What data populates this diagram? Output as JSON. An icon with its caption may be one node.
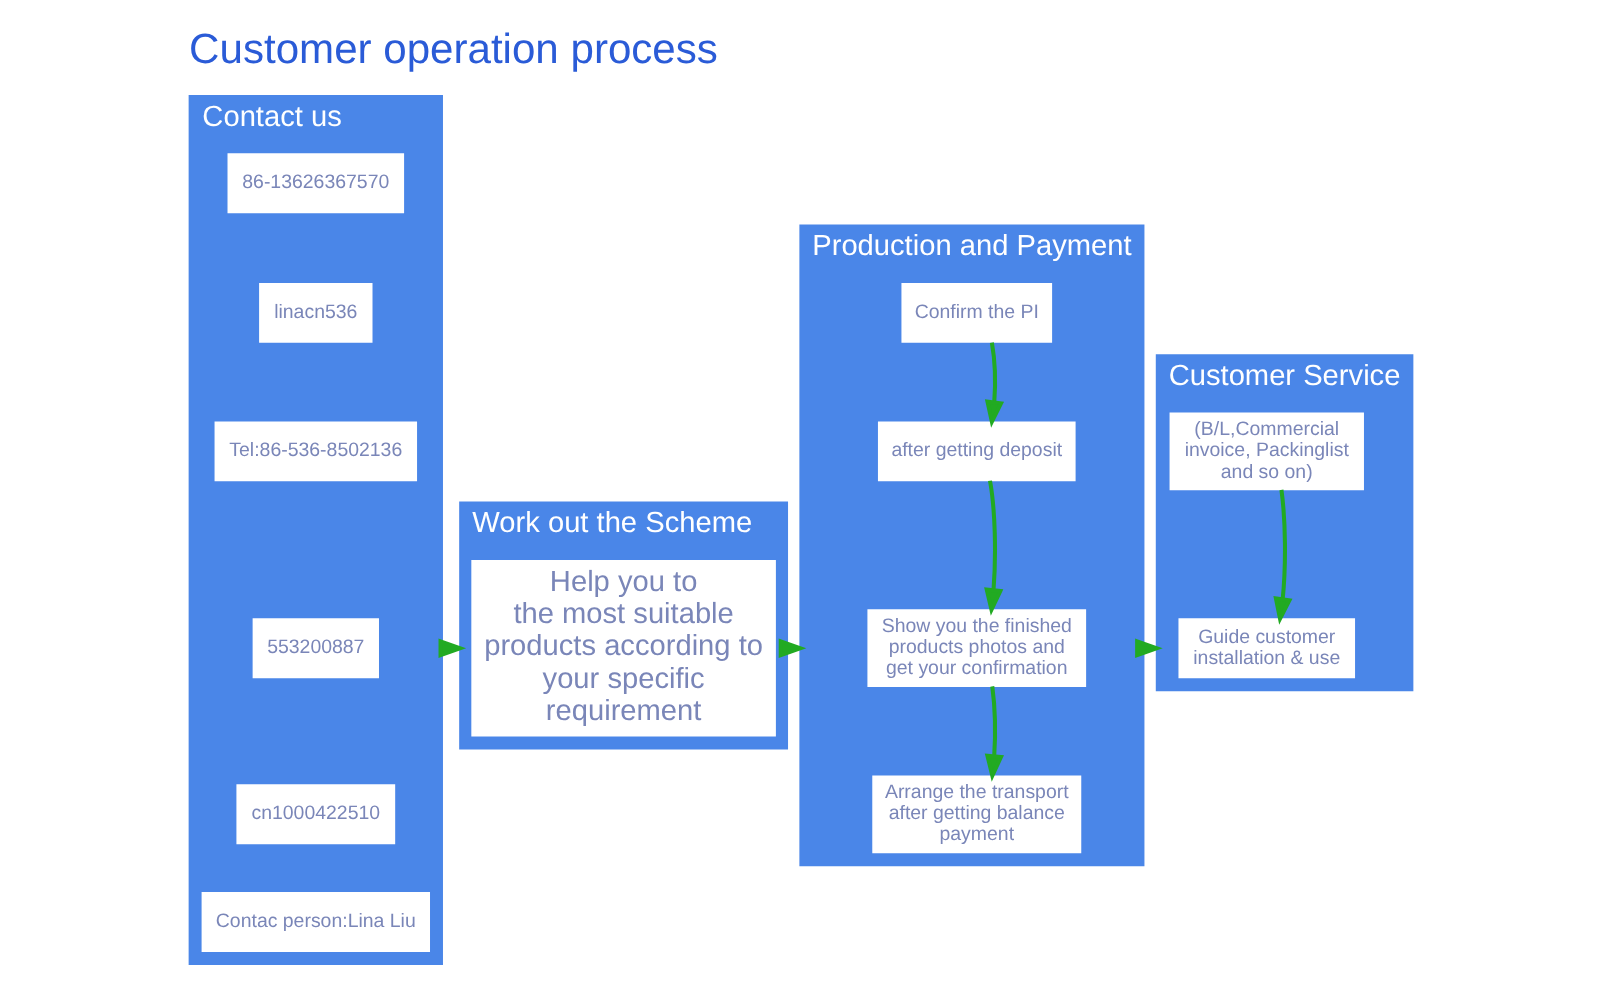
{
  "diagram": {
    "title": "Customer operation process",
    "nodes": [
      {
        "text": [
          "Contact us"
        ]
      },
      {
        "text": [
          "86-13626367570"
        ],
        "in": 0
      },
      {
        "text": [
          "linacn536"
        ],
        "in": 0
      },
      {
        "text": [
          "Tel:86-536-8502136"
        ],
        "in": 0
      },
      {
        "text": [
          "553200887"
        ],
        "in": 0
      },
      {
        "text": [
          "cn1000422510"
        ],
        "in": 0
      },
      {
        "text": [
          "Contac person:Lina Liu"
        ],
        "in": 0
      },
      {
        "text": [
          "Work out the Scheme"
        ]
      },
      {
        "text": [
          "Help you to",
          "the most suitable products according to your specific requirement"
        ],
        "in": 7
      },
      {
        "text": [
          "Production and Payment"
        ]
      },
      {
        "text": [
          "Confirm the PI"
        ],
        "in": 9
      },
      {
        "text": [
          "after getting deposit"
        ],
        "in": 9
      },
      {
        "text": [
          "Show you the finished products photos and get your confirmation"
        ],
        "in": 9
      },
      {
        "text": [
          "Arrange the transport after getting balance payment"
        ],
        "in": 9
      },
      {
        "text": [
          "Customer Service"
        ]
      },
      {
        "text": [
          "(B/L,Commercial invoice, Packinglist and so on)"
        ],
        "in": 14
      },
      {
        "text": [
          "Guide customer installation & use"
        ],
        "in": 14
      }
    ],
    "edges": [
      {
        "from": 0,
        "to": 7,
        "arrow": "to"
      },
      {
        "from": 7,
        "to": 9,
        "arrow": "to"
      },
      {
        "from": 9,
        "to": 14,
        "arrow": "to"
      },
      {
        "from": 10,
        "to": 11,
        "arrow": "to"
      },
      {
        "from": 11,
        "to": 12,
        "arrow": "to"
      },
      {
        "from": 12,
        "to": 13,
        "arrow": "to"
      },
      {
        "from": 15,
        "to": 16,
        "arrow": "to"
      }
    ]
  }
}
